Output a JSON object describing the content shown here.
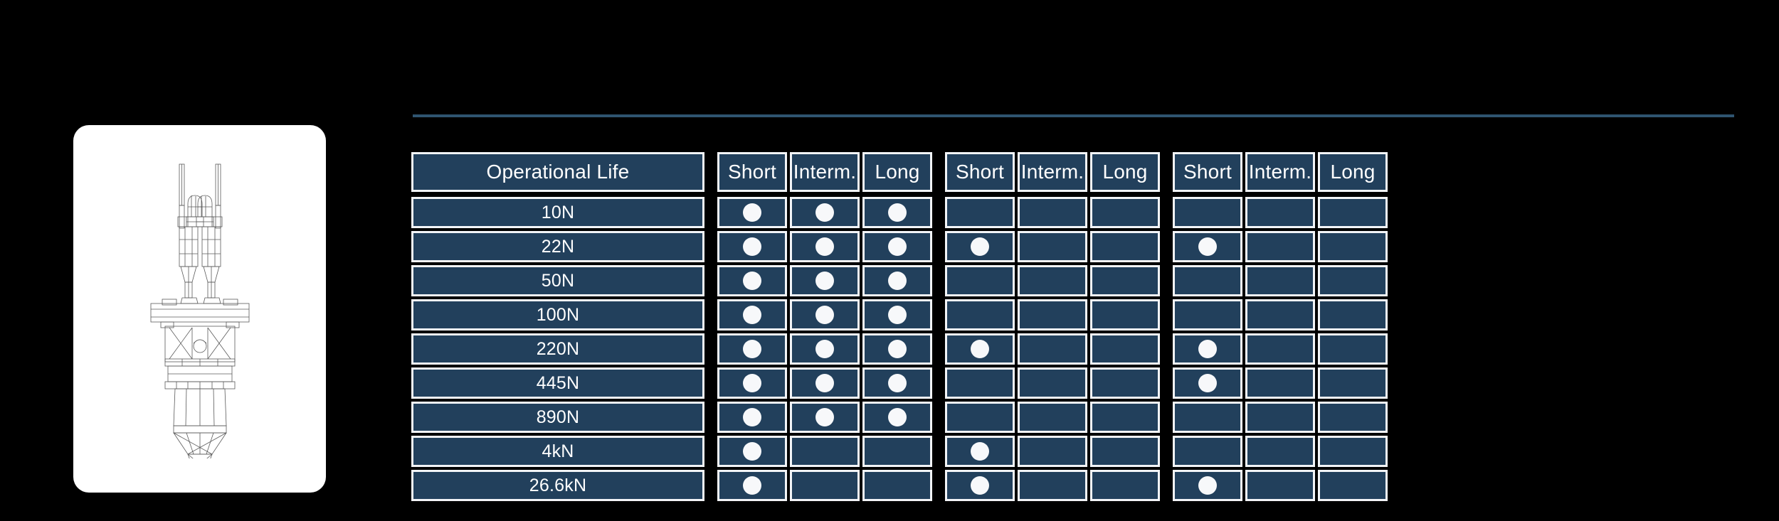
{
  "background_color": "#000000",
  "accent_color": "#22405c",
  "rule_color": "#2f5470",
  "marker_color": "#f7f8fa",
  "card": {
    "name": "product-illustration-card",
    "background_color": "#ffffff",
    "illustration": "rocket-engine-line-drawing"
  },
  "matrix": {
    "row_header_label": "Operational Life",
    "column_labels": [
      "Short",
      "Interm.",
      "Long"
    ],
    "rows": [
      "10N",
      "22N",
      "50N",
      "100N",
      "220N",
      "445N",
      "890N",
      "4kN",
      "26.6kN"
    ],
    "groups": [
      {
        "name": "group-1",
        "columns": [
          "Short",
          "Interm.",
          "Long"
        ],
        "marks": [
          [
            1,
            1,
            1
          ],
          [
            1,
            1,
            1
          ],
          [
            1,
            1,
            1
          ],
          [
            1,
            1,
            1
          ],
          [
            1,
            1,
            1
          ],
          [
            1,
            1,
            1
          ],
          [
            1,
            1,
            1
          ],
          [
            1,
            0,
            0
          ],
          [
            1,
            0,
            0
          ]
        ]
      },
      {
        "name": "group-2",
        "columns": [
          "Short",
          "Interm.",
          "Long"
        ],
        "marks": [
          [
            0,
            0,
            0
          ],
          [
            1,
            0,
            0
          ],
          [
            0,
            0,
            0
          ],
          [
            0,
            0,
            0
          ],
          [
            1,
            0,
            0
          ],
          [
            0,
            0,
            0
          ],
          [
            0,
            0,
            0
          ],
          [
            1,
            0,
            0
          ],
          [
            1,
            0,
            0
          ]
        ]
      },
      {
        "name": "group-3",
        "columns": [
          "Short",
          "Interm.",
          "Long"
        ],
        "marks": [
          [
            0,
            0,
            0
          ],
          [
            1,
            0,
            0
          ],
          [
            0,
            0,
            0
          ],
          [
            0,
            0,
            0
          ],
          [
            1,
            0,
            0
          ],
          [
            1,
            0,
            0
          ],
          [
            0,
            0,
            0
          ],
          [
            0,
            0,
            0
          ],
          [
            1,
            0,
            0
          ]
        ]
      }
    ]
  }
}
